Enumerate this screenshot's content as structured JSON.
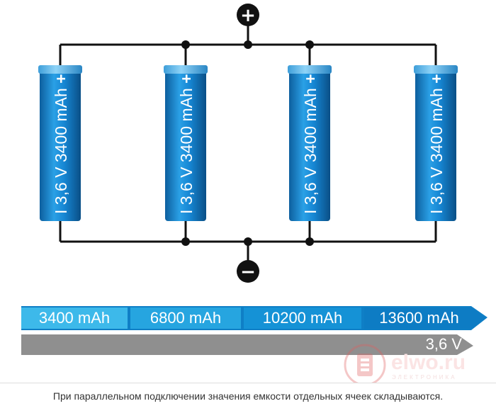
{
  "cells": [
    {
      "voltage": "3,6 V",
      "capacity": "3400 mAh",
      "plus": "+",
      "minus": "I"
    },
    {
      "voltage": "3,6 V",
      "capacity": "3400 mAh",
      "plus": "+",
      "minus": "I"
    },
    {
      "voltage": "3,6 V",
      "capacity": "3400 mAh",
      "plus": "+",
      "minus": "I"
    },
    {
      "voltage": "3,6 V",
      "capacity": "3400 mAh",
      "plus": "+",
      "minus": "I"
    }
  ],
  "terminals": {
    "positive": "+",
    "negative": "−"
  },
  "capacity_bar": {
    "segments": [
      "3400 mAh",
      "6800 mAh",
      "10200 mAh",
      "13600 mAh"
    ]
  },
  "voltage_bar": {
    "label": "3,6 V"
  },
  "logo": {
    "name": "elwo.ru",
    "subtitle": "ЭЛЕКТРОНИКА"
  },
  "caption": "При параллельном подключении значения емкости отдельных ячеек складываются.",
  "colors": {
    "cell_blue": "#1a8ad4",
    "bar_light": "#35b6e8",
    "bar_dark": "#0e78c2",
    "voltage_gray": "#8f8f8f",
    "wire": "#111111"
  }
}
